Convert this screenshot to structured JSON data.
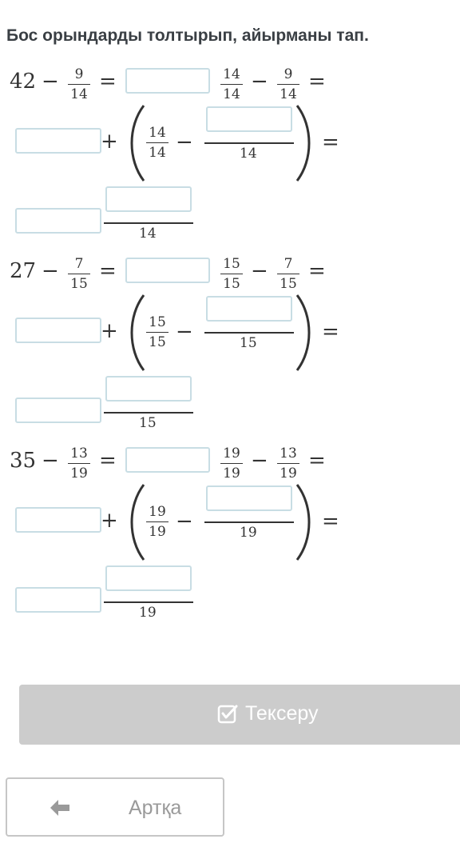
{
  "title": "Бос орындарды толтырып, айырманы тап.",
  "problems": [
    {
      "whole": "42",
      "minus": "−",
      "equals": "=",
      "plus": "+",
      "sub_num": "9",
      "sub_den": "14",
      "frac_num": "14",
      "frac_den": "14",
      "p_num": "14",
      "p_den": "14",
      "result_den": "14"
    },
    {
      "whole": "27",
      "minus": "−",
      "equals": "=",
      "plus": "+",
      "sub_num": "7",
      "sub_den": "15",
      "frac_num": "15",
      "frac_den": "15",
      "p_num": "15",
      "p_den": "15",
      "result_den": "15"
    },
    {
      "whole": "35",
      "minus": "−",
      "equals": "=",
      "plus": "+",
      "sub_num": "13",
      "sub_den": "19",
      "frac_num": "19",
      "frac_den": "19",
      "p_num": "19",
      "p_den": "19",
      "result_den": "19"
    }
  ],
  "check_button": {
    "label": "Тексеру",
    "icon": "check-square-icon",
    "color": "#cccccc"
  },
  "back_button": {
    "label": "Артқа",
    "icon": "arrow-left-icon"
  }
}
